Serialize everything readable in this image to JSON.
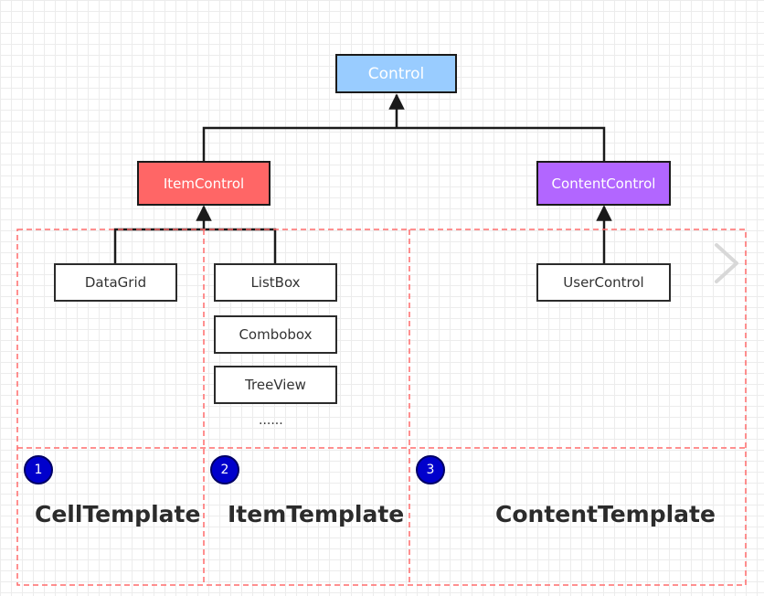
{
  "nodes": {
    "control": "Control",
    "item_control": "ItemControl",
    "content_control": "ContentControl",
    "data_grid": "DataGrid",
    "list_box": "ListBox",
    "combobox": "Combobox",
    "tree_view": "TreeView",
    "more": "......",
    "user_control": "UserControl"
  },
  "templates": [
    {
      "number": "1",
      "label": "CellTemplate"
    },
    {
      "number": "2",
      "label": "ItemTemplate"
    },
    {
      "number": "3",
      "label": "ContentTemplate"
    }
  ],
  "colors": {
    "root": "#99ccff",
    "item_control": "#ff6666",
    "content_control": "#b266ff",
    "badge": "#0000cc",
    "dashed_region": "#ff6b6b"
  },
  "icons": {
    "next": "chevron-right-icon"
  }
}
